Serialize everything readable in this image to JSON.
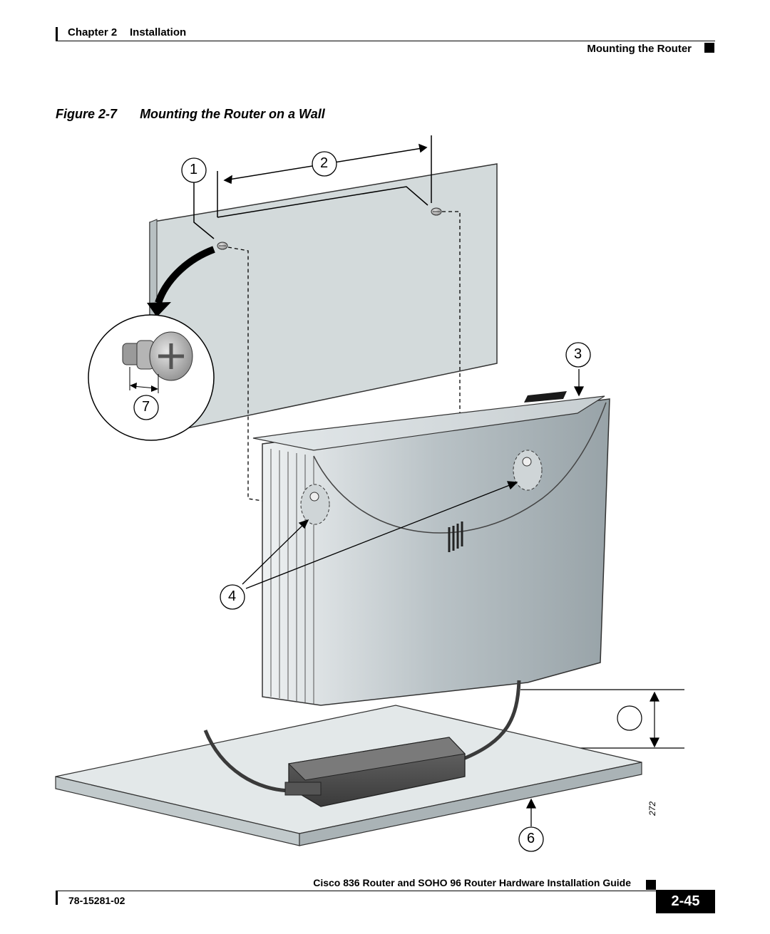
{
  "header": {
    "chapter": "Chapter 2",
    "chapter_title": "Installation",
    "section": "Mounting the Router"
  },
  "figure": {
    "number": "Figure 2-7",
    "title": "Mounting the Router on a Wall",
    "callouts": [
      "1",
      "2",
      "3",
      "4",
      "6",
      "7"
    ],
    "art_id": "272"
  },
  "footer": {
    "guide_title": "Cisco 836 Router and SOHO 96 Router Hardware Installation Guide",
    "doc_number": "78-15281-02",
    "page": "2-45"
  }
}
